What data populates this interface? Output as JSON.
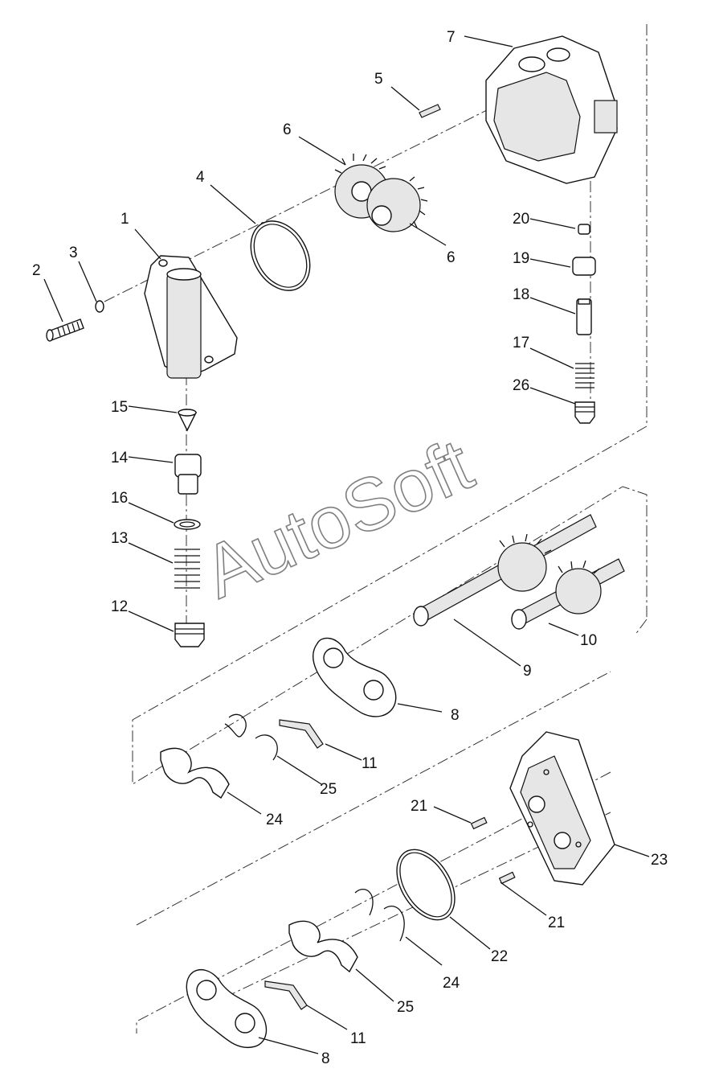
{
  "watermark": "AutoSoft",
  "callouts": [
    "1",
    "2",
    "3",
    "4",
    "5",
    "6",
    "6",
    "7",
    "8",
    "8",
    "9",
    "10",
    "11",
    "11",
    "12",
    "13",
    "14",
    "15",
    "16",
    "17",
    "18",
    "19",
    "20",
    "21",
    "21",
    "22",
    "23",
    "24",
    "24",
    "25",
    "25",
    "26"
  ],
  "parts": {
    "cover": "cover-plate",
    "screw": "screw",
    "washer": "washer",
    "seal": "seal-ring",
    "key": "key",
    "gear": "gear",
    "housing": "pump-housing",
    "wear_plate": "wear-plate",
    "drive_shaft": "drive-gear-shaft",
    "idler_shaft": "idler-gear-shaft",
    "seal_strip": "seal-strip",
    "plug": "plug",
    "spring": "spring",
    "valve_seat": "valve-seat",
    "poppet": "poppet",
    "pin": "dowel-pin",
    "end_cover": "end-cover",
    "backup_ring": "backup-ring"
  }
}
